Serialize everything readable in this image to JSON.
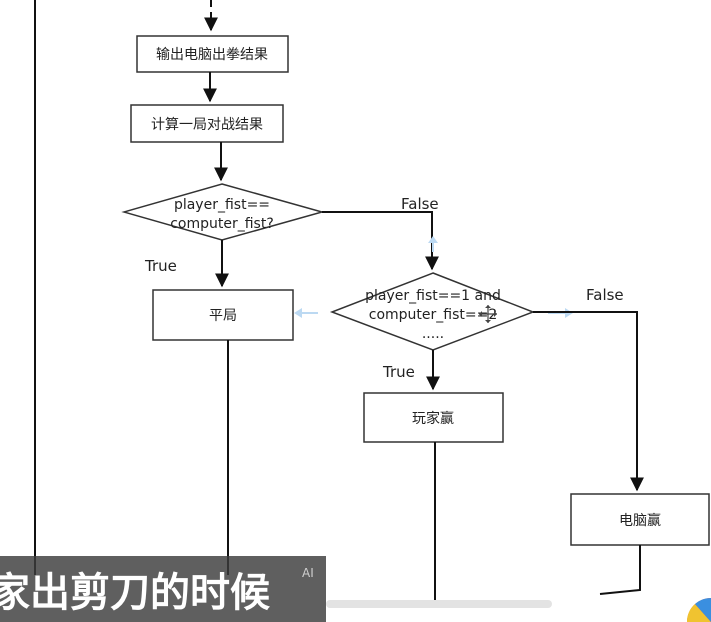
{
  "diagram": {
    "nodes": {
      "output_computer_fist": "输出电脑出拳结果",
      "compute_result": "计算一局对战结果",
      "decision_equal": [
        "player_fist==",
        "computer_fist?"
      ],
      "draw": "平局",
      "decision_player_win": [
        "player_fist==1 and",
        "computer_fist==2",
        "....."
      ],
      "player_win": "玩家赢",
      "computer_win": "电脑赢"
    },
    "edge_labels": {
      "equal_true": "True",
      "equal_false": "False",
      "win_true": "True",
      "win_false": "False"
    }
  },
  "overlay": {
    "subtitle": "家出剪刀的时候",
    "ai_badge": "AI"
  },
  "colors": {
    "line": "#111111",
    "box_border": "#333333",
    "drag_arrow": "#bcd9f2",
    "subtitle_bg": "#3c3c3c"
  }
}
